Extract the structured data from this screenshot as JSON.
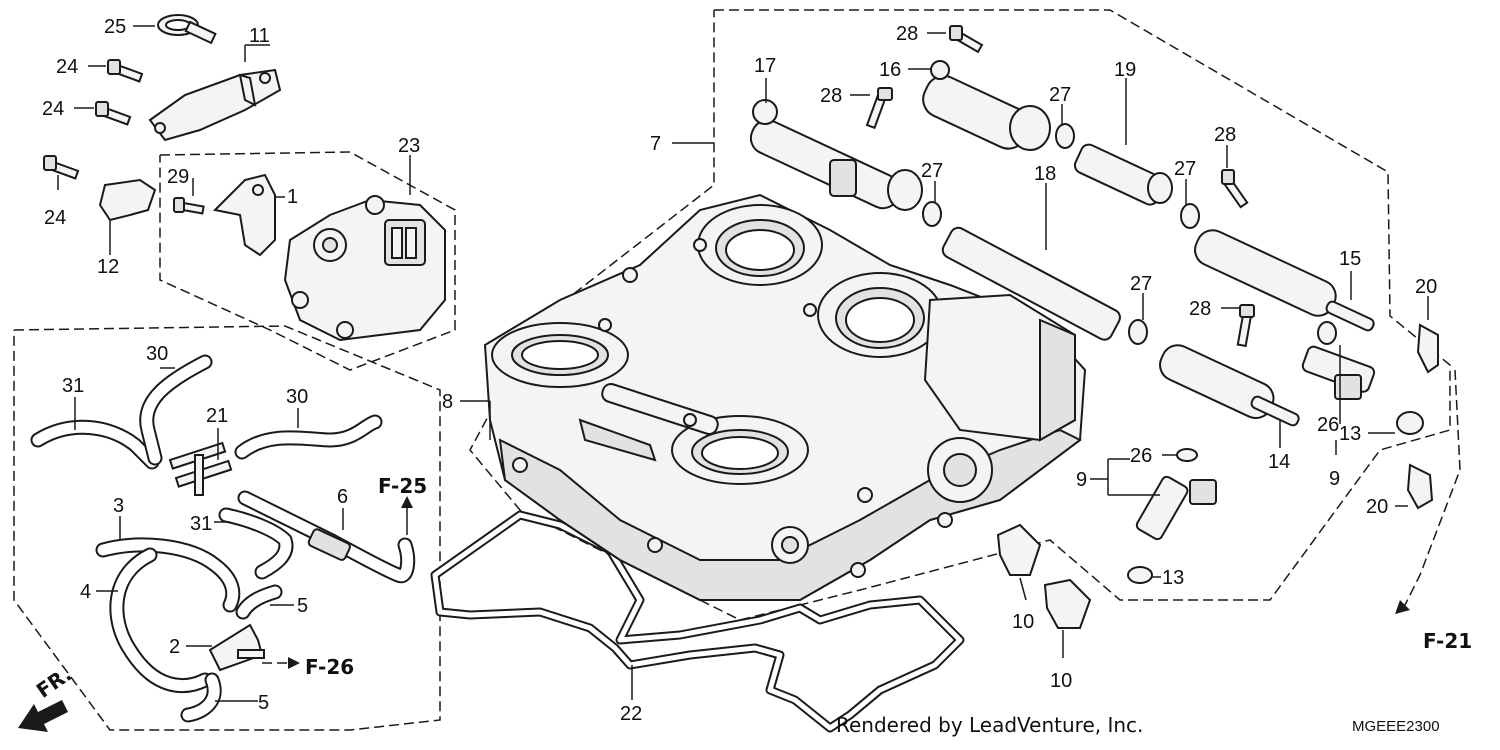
{
  "diagram": {
    "callouts": [
      {
        "id": "c-25",
        "text": "25"
      },
      {
        "id": "c-11",
        "text": "11"
      },
      {
        "id": "c-24a",
        "text": "24"
      },
      {
        "id": "c-24b",
        "text": "24"
      },
      {
        "id": "c-24c",
        "text": "24"
      },
      {
        "id": "c-23",
        "text": "23"
      },
      {
        "id": "c-29",
        "text": "29"
      },
      {
        "id": "c-1",
        "text": "1"
      },
      {
        "id": "c-12",
        "text": "12"
      },
      {
        "id": "c-30a",
        "text": "30"
      },
      {
        "id": "c-31a",
        "text": "31"
      },
      {
        "id": "c-21",
        "text": "21"
      },
      {
        "id": "c-30b",
        "text": "30"
      },
      {
        "id": "c-3",
        "text": "3"
      },
      {
        "id": "c-31b",
        "text": "31"
      },
      {
        "id": "c-6",
        "text": "6"
      },
      {
        "id": "c-4",
        "text": "4"
      },
      {
        "id": "c-5a",
        "text": "5"
      },
      {
        "id": "c-2",
        "text": "2"
      },
      {
        "id": "c-5b",
        "text": "5"
      },
      {
        "id": "c-7",
        "text": "7"
      },
      {
        "id": "c-8",
        "text": "8"
      },
      {
        "id": "c-22",
        "text": "22"
      },
      {
        "id": "c-17",
        "text": "17"
      },
      {
        "id": "c-28a",
        "text": "28"
      },
      {
        "id": "c-28b",
        "text": "28"
      },
      {
        "id": "c-16",
        "text": "16"
      },
      {
        "id": "c-19",
        "text": "19"
      },
      {
        "id": "c-27a",
        "text": "27"
      },
      {
        "id": "c-27b",
        "text": "27"
      },
      {
        "id": "c-27c",
        "text": "27"
      },
      {
        "id": "c-27d",
        "text": "27"
      },
      {
        "id": "c-18",
        "text": "18"
      },
      {
        "id": "c-28c",
        "text": "28"
      },
      {
        "id": "c-28d",
        "text": "28"
      },
      {
        "id": "c-15",
        "text": "15"
      },
      {
        "id": "c-20a",
        "text": "20"
      },
      {
        "id": "c-26a",
        "text": "26"
      },
      {
        "id": "c-26b",
        "text": "26"
      },
      {
        "id": "c-13a",
        "text": "13"
      },
      {
        "id": "c-14",
        "text": "14"
      },
      {
        "id": "c-9a",
        "text": "9"
      },
      {
        "id": "c-9b",
        "text": "9"
      },
      {
        "id": "c-20b",
        "text": "20"
      },
      {
        "id": "c-13b",
        "text": "13"
      },
      {
        "id": "c-10a",
        "text": "10"
      },
      {
        "id": "c-10b",
        "text": "10"
      }
    ],
    "references": {
      "f25": "F-25",
      "f26": "F-26",
      "f21": "F-21"
    },
    "direction": "FR.",
    "credit": "Rendered by LeadVenture, Inc.",
    "code": "MGEEE2300"
  }
}
